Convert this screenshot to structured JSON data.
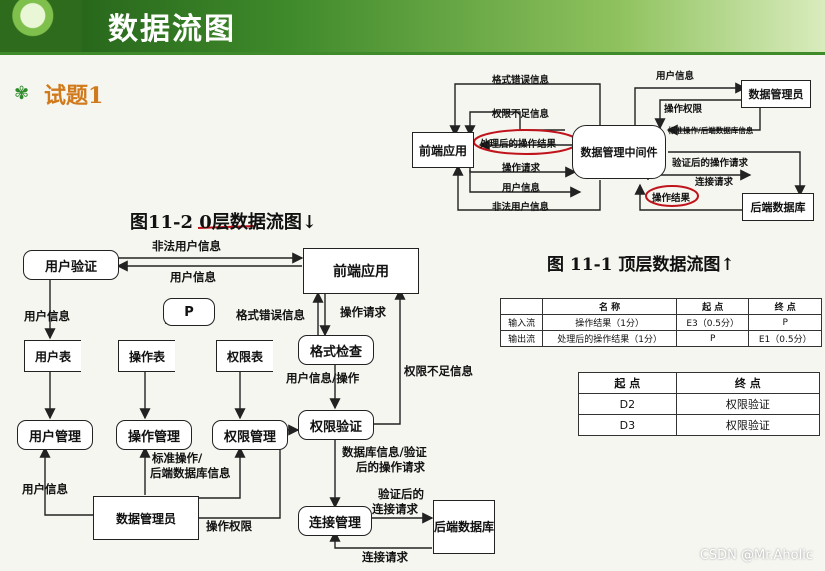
{
  "header": {
    "title": "数据流图"
  },
  "subtitle": "试题1",
  "watermark": "CSDN @Mr.Aholic",
  "top_diagram": {
    "caption": "图 11-1 顶层数据流图↑",
    "nodes": {
      "front_app": "前端应用",
      "middleware": "数据管理中间件",
      "data_admin": "数据管理员",
      "backend_db": "后端数据库"
    },
    "flows": {
      "format_error": "格式错误信息",
      "perm_insufficient": "权限不足信息",
      "processed_op_result": "处理后的操作结果",
      "op_request": "操作请求",
      "user_info_bottom": "用户信息",
      "illegal_user": "非法用户信息",
      "user_info_top": "用户信息",
      "op_permission": "操作权限",
      "std_op_db_info": "标准操作/后端数据库信息",
      "verified_op_request": "验证后的操作请求",
      "connect_request": "连接请求",
      "op_result": "操作结果"
    }
  },
  "level0_diagram": {
    "caption": "图11-2 0层数据流图↓",
    "processes": {
      "user_verify": "用户验证",
      "format_check": "格式检查",
      "perm_verify": "权限验证",
      "user_mgmt": "用户管理",
      "op_mgmt": "操作管理",
      "perm_mgmt": "权限管理",
      "conn_mgmt": "连接管理",
      "p_box": "P"
    },
    "entities": {
      "front_app": "前端应用",
      "data_admin": "数据管理员",
      "backend_db": "后端数据库"
    },
    "stores": {
      "user_table": "用户表",
      "op_table": "操作表",
      "perm_table": "权限表"
    },
    "flows": {
      "illegal_user": "非法用户信息",
      "user_info_back": "用户信息",
      "user_info_left": "用户信息",
      "format_error": "格式错误信息",
      "op_request": "操作请求",
      "user_info_op": "用户信息/操作",
      "perm_insufficient": "权限不足信息",
      "std_op_line1": "标准操作/",
      "std_op_line2": "后端数据库信息",
      "user_info_admin": "用户信息",
      "op_permission": "操作权限",
      "db_info_line1": "数据库信息/验证",
      "db_info_line2": "后的操作请求",
      "verified_conn_line1": "验证后的",
      "verified_conn_line2": "连接请求",
      "connect_request": "连接请求"
    }
  },
  "table1": {
    "headers": [
      "",
      "名  称",
      "起  点",
      "终  点"
    ],
    "rows": [
      [
        "输入流",
        "操作结果（1分）",
        "E3（0.5分）",
        "P"
      ],
      [
        "输出流",
        "处理后的操作结果（1分）",
        "P",
        "E1（0.5分）"
      ]
    ]
  },
  "table2": {
    "headers": [
      "起  点",
      "终  点"
    ],
    "rows": [
      [
        "D2",
        "权限验证"
      ],
      [
        "D3",
        "权限验证"
      ]
    ]
  },
  "colors": {
    "header_green": "#3f8a2b",
    "subtitle_orange": "#d07a1c",
    "annotation_red": "#c0141c"
  }
}
